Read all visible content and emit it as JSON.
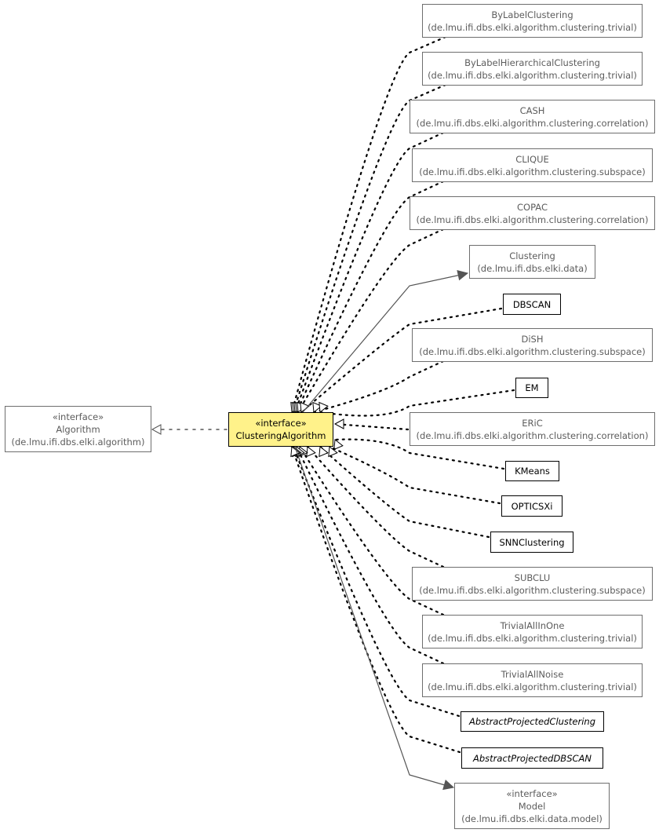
{
  "colors": {
    "focus_fill": "#fff28a",
    "external_border": "#6e6e6e",
    "external_text": "#5c5c5c",
    "internal_border": "#000000",
    "edge_solid": "#555555",
    "edge_dotted": "#000000",
    "edge_realize": "#555555"
  },
  "focus": {
    "stereotype": "«interface»",
    "name": "ClusteringAlgorithm"
  },
  "algorithm": {
    "stereotype": "«interface»",
    "name": "Algorithm",
    "package": "(de.lmu.ifi.dbs.elki.algorithm)"
  },
  "classes": [
    {
      "id": "bylabelclustering",
      "name": "ByLabelClustering",
      "package": "(de.lmu.ifi.dbs.elki.algorithm.clustering.trivial)"
    },
    {
      "id": "bylabelhierarchicalclustering",
      "name": "ByLabelHierarchicalClustering",
      "package": "(de.lmu.ifi.dbs.elki.algorithm.clustering.trivial)"
    },
    {
      "id": "cash",
      "name": "CASH",
      "package": "(de.lmu.ifi.dbs.elki.algorithm.clustering.correlation)"
    },
    {
      "id": "clique",
      "name": "CLIQUE",
      "package": "(de.lmu.ifi.dbs.elki.algorithm.clustering.subspace)"
    },
    {
      "id": "copac",
      "name": "COPAC",
      "package": "(de.lmu.ifi.dbs.elki.algorithm.clustering.correlation)"
    },
    {
      "id": "clustering",
      "name": "Clustering",
      "package": "(de.lmu.ifi.dbs.elki.data)"
    },
    {
      "id": "dbscan",
      "name": "DBSCAN",
      "package": ""
    },
    {
      "id": "dish",
      "name": "DiSH",
      "package": "(de.lmu.ifi.dbs.elki.algorithm.clustering.subspace)"
    },
    {
      "id": "em",
      "name": "EM",
      "package": ""
    },
    {
      "id": "eric",
      "name": "ERiC",
      "package": "(de.lmu.ifi.dbs.elki.algorithm.clustering.correlation)"
    },
    {
      "id": "kmeans",
      "name": "KMeans",
      "package": ""
    },
    {
      "id": "opticsxi",
      "name": "OPTICSXi",
      "package": ""
    },
    {
      "id": "snnclustering",
      "name": "SNNClustering",
      "package": ""
    },
    {
      "id": "subclu",
      "name": "SUBCLU",
      "package": "(de.lmu.ifi.dbs.elki.algorithm.clustering.subspace)"
    },
    {
      "id": "trivialallinone",
      "name": "TrivialAllInOne",
      "package": "(de.lmu.ifi.dbs.elki.algorithm.clustering.trivial)"
    },
    {
      "id": "trivialallnoise",
      "name": "TrivialAllNoise",
      "package": "(de.lmu.ifi.dbs.elki.algorithm.clustering.trivial)"
    },
    {
      "id": "abstractprojectedclustering",
      "name": "AbstractProjectedClustering",
      "package": ""
    },
    {
      "id": "abstractprojecteddbscan",
      "name": "AbstractProjectedDBSCAN",
      "package": ""
    }
  ],
  "model": {
    "stereotype": "«interface»",
    "name": "Model",
    "package": "(de.lmu.ifi.dbs.elki.data.model)"
  }
}
